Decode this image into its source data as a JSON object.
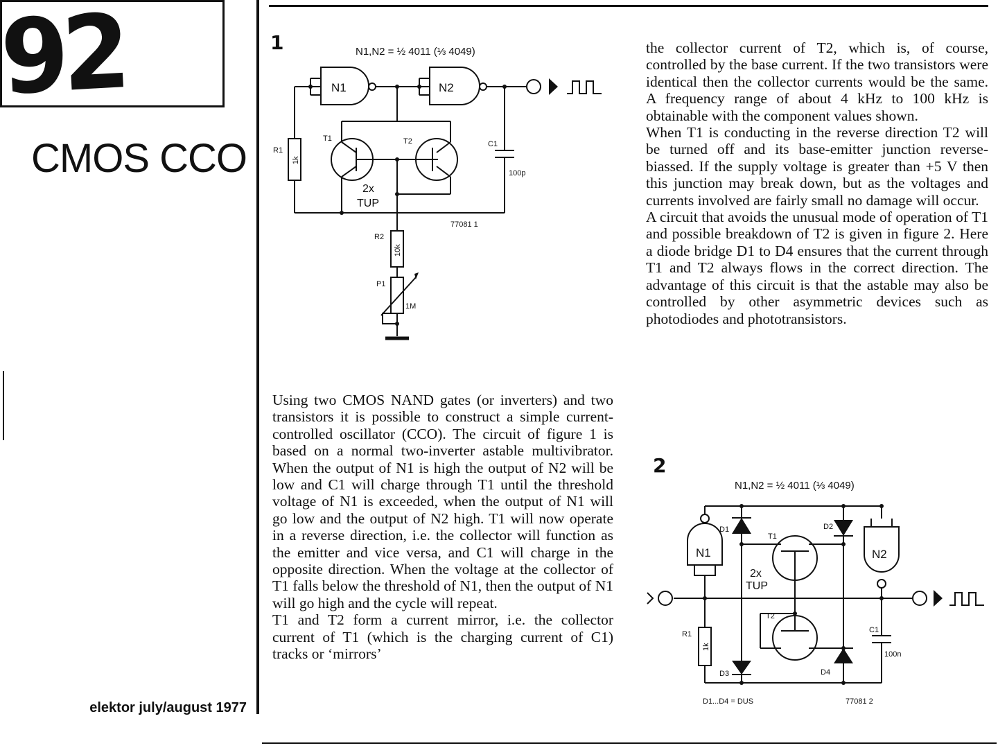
{
  "article": {
    "number": "92",
    "title": "CMOS CCO",
    "footer": "elektor july/august 1977"
  },
  "figure1": {
    "label": "1",
    "note": "N1,N2 = ½ 4011 (⅓ 4049)",
    "gate_n1": "N1",
    "gate_n2": "N2",
    "t1": "T1",
    "t2": "T2",
    "transistors": "2x",
    "transistor_type": "TUP",
    "r1": "R1",
    "r1_value": "1k",
    "r2": "R2",
    "r2_value": "10k",
    "p1": "P1",
    "p1_value": "1M",
    "c1": "C1",
    "c1_value": "100p",
    "code": "77081 1"
  },
  "figure2": {
    "label": "2",
    "note": "N1,N2 = ½ 4011 (⅓ 4049)",
    "gate_n1": "N1",
    "gate_n2": "N2",
    "d1": "D1",
    "d2": "D2",
    "d3": "D3",
    "d4": "D4",
    "t1": "T1",
    "t2": "T2",
    "transistors": "2x",
    "transistor_type": "TUP",
    "r1": "R1",
    "r1_value": "1k",
    "c1": "C1",
    "c1_value": "100n",
    "diodes_note": "D1...D4 = DUS",
    "code": "77081 2"
  },
  "text": {
    "left_p1": "Using two CMOS NAND gates (or inverters) and two transistors it is possible to construct a simple current-controlled oscillator (CCO). The circuit of figure 1 is based on a normal two-inverter astable multivibrator. When the output of N1 is high the output of N2 will be low and C1 will charge through T1 until the threshold voltage of N1 is exceeded, when the output of N1 will go low and the output of N2 high. T1 will now operate in a reverse direction, i.e. the collector will function as the emitter and vice versa, and C1 will charge in the opposite direction. When the voltage at the collector of T1 falls below the threshold of N1, then the output of N1 will go high and the cycle will repeat.",
    "left_p2": "T1 and T2 form a current mirror, i.e. the collector current of T1 (which is the charging current of C1) tracks or ‘mirrors’",
    "right_p1": "the collector current of T2, which is, of course, controlled by the base current. If the two transistors were identical then the collector currents would be the same. A frequency range of about 4 kHz to 100 kHz is obtainable with the component values shown.",
    "right_p2": "When T1 is conducting in the reverse direction T2 will be turned off and its base-emitter junction reverse-biassed. If the supply voltage is greater than +5 V then this junction may break down, but as the voltages and currents involved are fairly small no damage will occur.",
    "right_p3": "A circuit that avoids the unusual mode of operation of T1 and possible breakdown of T2 is given in figure 2. Here a diode bridge D1 to D4 ensures that the current through T1 and T2 always flows in the correct direction. The advantage of this circuit is that the astable may also be controlled by other asymmetric devices such as photodiodes and phototransistors."
  }
}
